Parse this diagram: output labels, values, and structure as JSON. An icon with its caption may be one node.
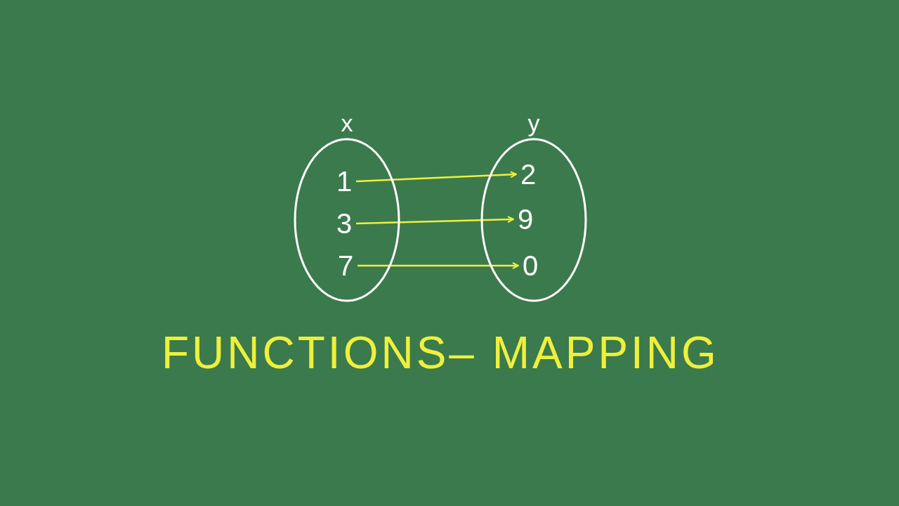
{
  "diagram": {
    "title": "FUNCTIONS– MAPPING",
    "nodes": [
      {
        "text": [
          "x"
        ]
      },
      {
        "text": [
          "1"
        ],
        "in": 0
      },
      {
        "text": [
          "3"
        ],
        "in": 0
      },
      {
        "text": [
          "7"
        ],
        "in": 0
      },
      {
        "text": [
          "y"
        ]
      },
      {
        "text": [
          "2"
        ],
        "in": 4
      },
      {
        "text": [
          "9"
        ],
        "in": 4
      },
      {
        "text": [
          "0"
        ],
        "in": 4
      }
    ],
    "edges": [
      {
        "from": 1,
        "to": 5,
        "arrow": "to"
      },
      {
        "from": 2,
        "to": 6,
        "arrow": "to"
      },
      {
        "from": 3,
        "to": 7,
        "arrow": "to"
      }
    ]
  }
}
